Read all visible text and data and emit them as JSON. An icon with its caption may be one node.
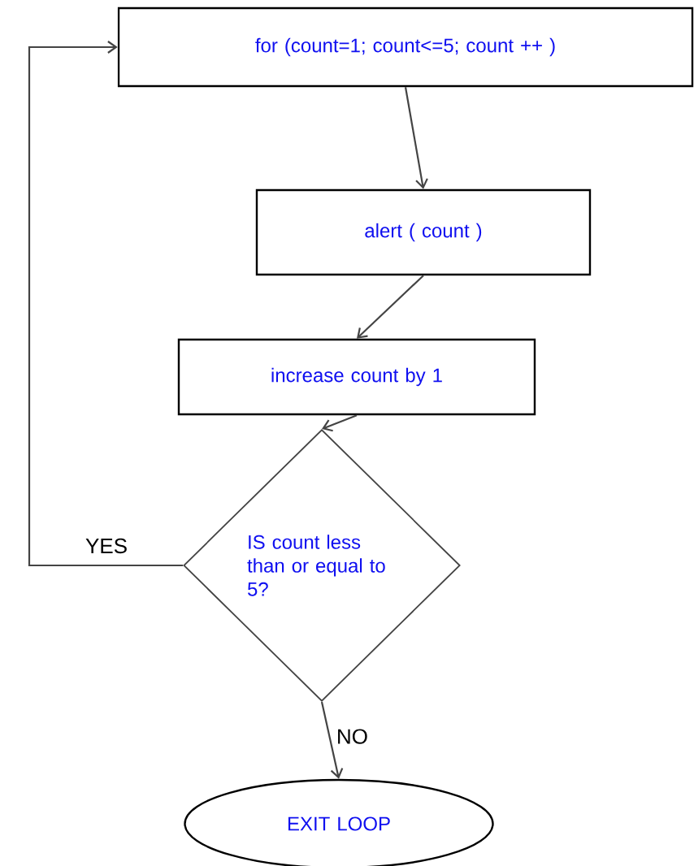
{
  "diagram": {
    "nodes": [
      {
        "text": [
          "for (count=1; count<=5; count ++ )"
        ]
      },
      {
        "text": [
          "alert ( count )"
        ]
      },
      {
        "text": [
          "increase count by 1"
        ]
      },
      {
        "text": [
          "IS count less than or equal to 5?"
        ]
      },
      {
        "text": [
          "EXIT LOOP"
        ]
      }
    ],
    "edges": [
      {
        "from": 0,
        "to": 1,
        "arrow": "to"
      },
      {
        "from": 1,
        "to": 2,
        "arrow": "to"
      },
      {
        "from": 2,
        "to": 3,
        "arrow": "to"
      },
      {
        "from": 3,
        "to": 0,
        "arrow": "to",
        "label": "YES"
      },
      {
        "from": 3,
        "to": 4,
        "arrow": "to",
        "label": "NO"
      }
    ]
  }
}
